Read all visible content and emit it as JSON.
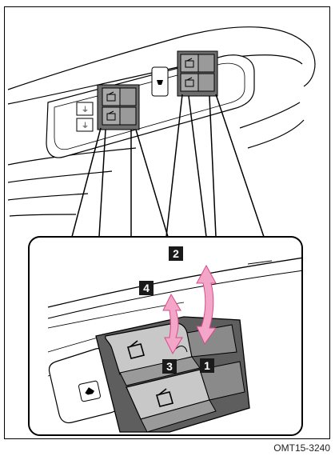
{
  "callouts": [
    {
      "label": "1"
    },
    {
      "label": "2"
    },
    {
      "label": "3"
    },
    {
      "label": "4"
    }
  ],
  "figure_code": "OMT15-3240",
  "colors": {
    "arrow_fill": "#f4a6c8",
    "arrow_stroke": "#d44c8a",
    "badge": "#1a1a1a",
    "switch_gray": "#8c8c8c",
    "line": "#000000"
  },
  "icons": {
    "window_switch": "window-glyph-icon",
    "lock_switch": "window-lock-icon"
  }
}
